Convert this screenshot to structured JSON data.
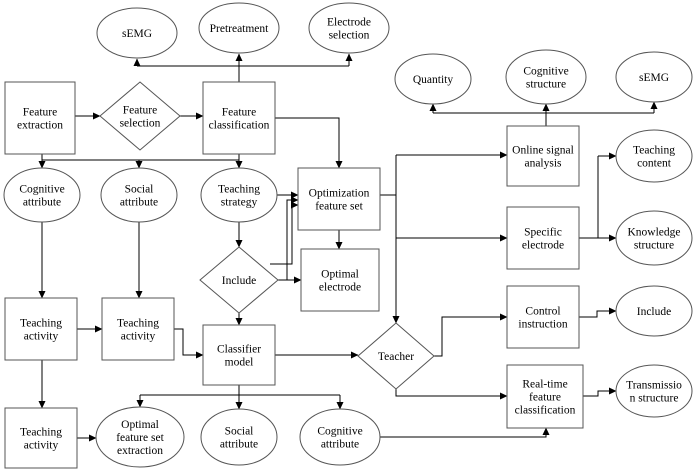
{
  "nodes": {
    "semg_top": [
      "sEMG"
    ],
    "pretreatment": [
      "Pretreatment"
    ],
    "electrode_selection": [
      "Electrode",
      "selection"
    ],
    "feature_extraction": [
      "Feature",
      "extraction"
    ],
    "feature_selection": [
      "Feature",
      "selection"
    ],
    "feature_classification": [
      "Feature",
      "classification"
    ],
    "quantity": [
      "Quantity"
    ],
    "cognitive_structure": [
      "Cognitive",
      "structure"
    ],
    "semg_right": [
      "sEMG"
    ],
    "online_signal_analysis": [
      "Online signal",
      "analysis"
    ],
    "teaching_content": [
      "Teaching",
      "content"
    ],
    "cognitive_attribute_top": [
      "Cognitive",
      "attribute"
    ],
    "social_attribute_top": [
      "Social",
      "attribute"
    ],
    "teaching_strategy": [
      "Teaching",
      "strategy"
    ],
    "optimization_feature_set": [
      "Optimization",
      "feature set"
    ],
    "specific_electrode": [
      "Specific",
      "electrode"
    ],
    "knowledge_structure": [
      "Knowledge",
      "structure"
    ],
    "include_diamond": [
      "Include"
    ],
    "optimal_electrode": [
      "Optimal",
      "electrode"
    ],
    "teaching_activity_1": [
      "Teaching",
      "activity"
    ],
    "teaching_activity_2": [
      "Teaching",
      "activity"
    ],
    "classifier_model": [
      "Classifier",
      "model"
    ],
    "teacher": [
      "Teacher"
    ],
    "control_instruction": [
      "Control",
      "instruction"
    ],
    "include_right": [
      "Include"
    ],
    "realtime_classification": [
      "Real-time",
      "feature",
      "classification"
    ],
    "transmission_structure": [
      "Transmissio",
      "n structure"
    ],
    "teaching_activity_3": [
      "Teaching",
      "activity"
    ],
    "optimal_feature_set_extraction": [
      "Optimal",
      "feature set",
      "extraction"
    ],
    "social_attribute_bottom": [
      "Social",
      "attribute"
    ],
    "cognitive_attribute_bottom": [
      "Cognitive",
      "attribute"
    ]
  }
}
